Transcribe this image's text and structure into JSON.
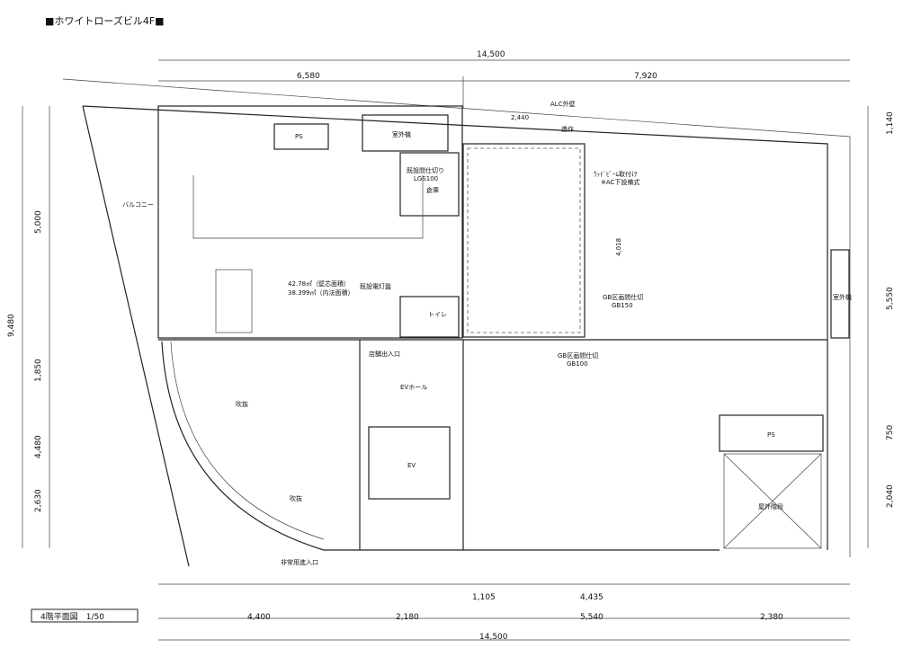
{
  "title": "■ホワイトローズビル4F■",
  "plan_caption": "4階平面図　1/50",
  "dims": {
    "top_total": "14,500",
    "top_left": "6,580",
    "top_right": "7,920",
    "top_room": "2,440",
    "right_top": "1,140",
    "right_mid": "5,550",
    "right_ps": "750",
    "right_bottom": "2,040",
    "left_top": "5,000",
    "left_total": "9,480",
    "left_mid": "1,850",
    "left_lower": "4,480",
    "left_bottom": "2,630",
    "room_height": "4,018",
    "bottom_a": "1,105",
    "bottom_b": "4,435",
    "bottom_1": "4,400",
    "bottom_2": "2,180",
    "bottom_3": "5,540",
    "bottom_4": "2,380",
    "bottom_total": "14,500"
  },
  "labels": {
    "ps_top": "PS",
    "ac_unit_top": "室外機",
    "alc_wall": "ALC外壁",
    "built_in": "造作",
    "partition_existing": "既設間仕切り",
    "partition_lgs": "LGS100",
    "storage": "倉庫",
    "wood_beam": "ｳｯﾄﾞﾋﾞｰﾑ取付け",
    "ac_note": "※AC下設備式",
    "balcony": "バルコニー",
    "area_wall": "42.78㎡（壁芯面積）",
    "area_inner": "38.399㎡（内法面積）",
    "panel": "既設電灯盤",
    "toilet": "トイレ",
    "gb150_a": "GB区画間仕切",
    "gb150_b": "GB150",
    "gb100_a": "GB区画間仕切",
    "gb100_b": "GB100",
    "shop_entrance": "店舗出入口",
    "ev_hall": "EVホール",
    "void1": "吹抜",
    "void2": "吹抜",
    "ev": "EV",
    "ps_right": "PS",
    "outdoor_stairs": "屋外階段",
    "ac_unit_right": "室外機",
    "emergency_entry": "非常用進入口"
  }
}
